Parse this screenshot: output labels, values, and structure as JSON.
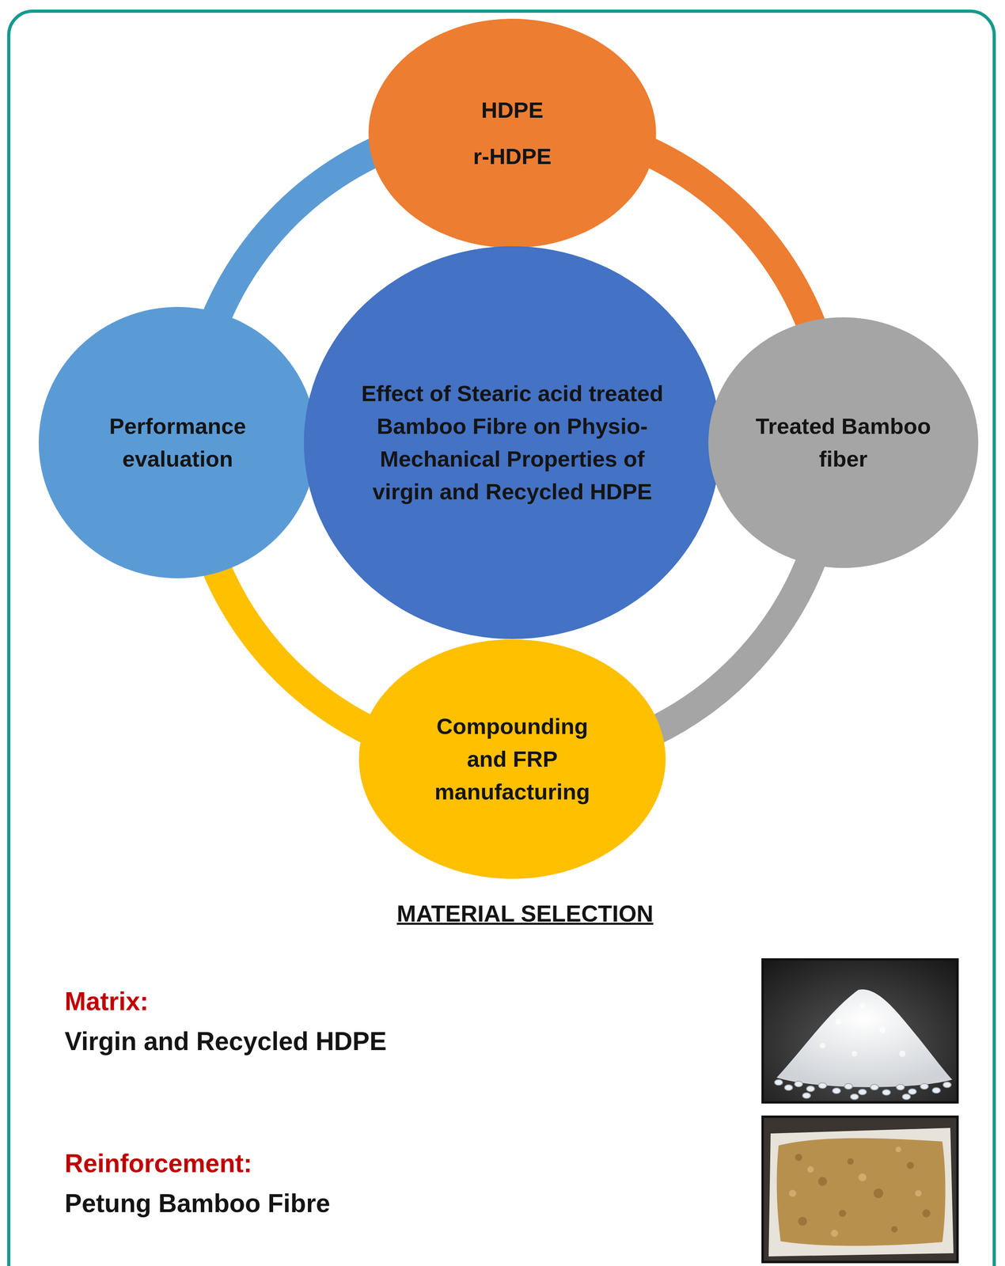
{
  "diagram": {
    "nodes": [
      {
        "text": [
          "HDPE",
          "r-HDPE"
        ]
      },
      {
        "text": [
          "Performance evaluation"
        ]
      },
      {
        "text": [
          "Effect of Stearic acid treated Bamboo Fibre on Physio-Mechanical Properties of virgin and Recycled HDPE"
        ]
      },
      {
        "text": [
          "Treated Bamboo fiber"
        ]
      },
      {
        "text": [
          "Compounding and FRP manufacturing"
        ]
      }
    ],
    "edges": [
      {
        "from": 0,
        "to": 3,
        "arrow": "none"
      },
      {
        "from": 3,
        "to": 4,
        "arrow": "none"
      },
      {
        "from": 4,
        "to": 1,
        "arrow": "none"
      },
      {
        "from": 1,
        "to": 0,
        "arrow": "none"
      }
    ],
    "labels": [
      "MATERIAL SELECTION",
      "Matrix:",
      "Virgin and Recycled HDPE",
      "Reinforcement:",
      "Petung Bamboo Fibre"
    ]
  }
}
